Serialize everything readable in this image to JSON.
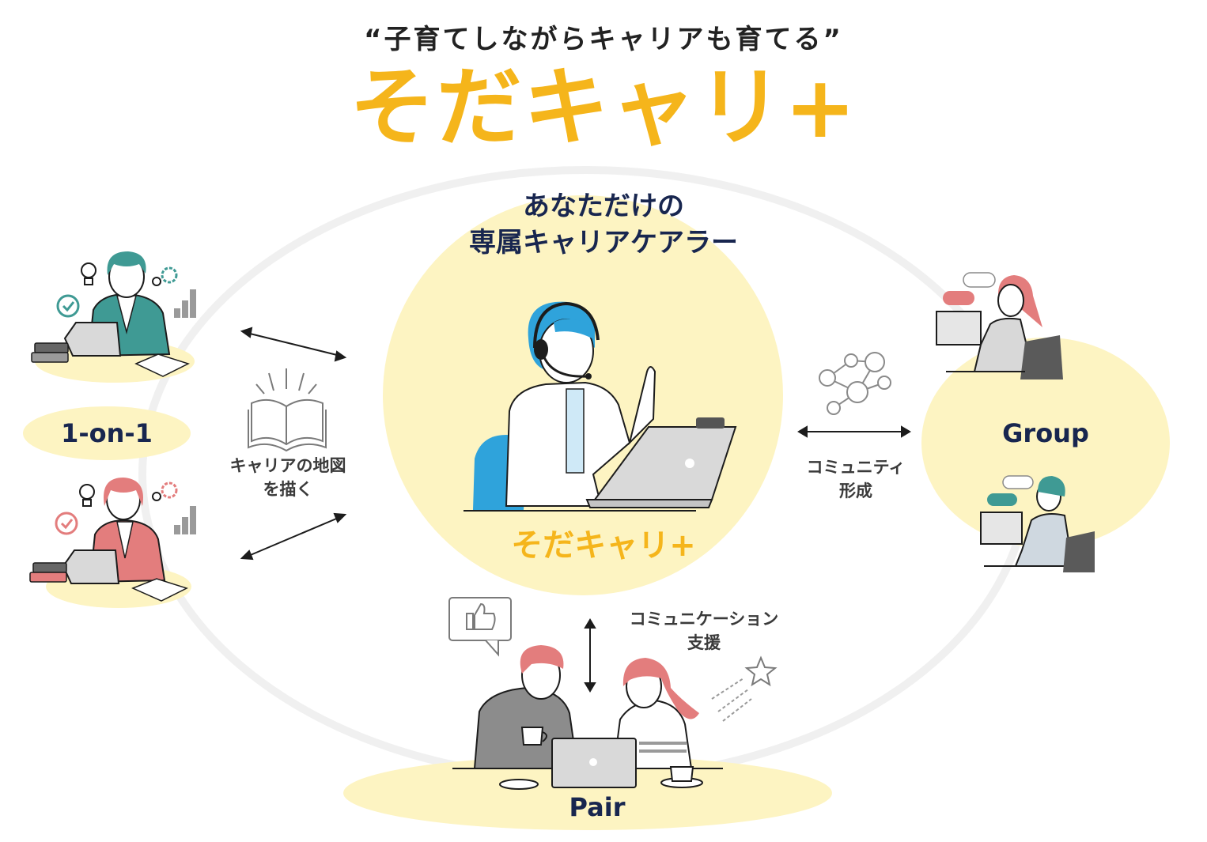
{
  "colors": {
    "brand_yellow": "#f5b51b",
    "navy": "#18264f",
    "pale_yellow": "#fdf4c2",
    "accent_blue": "#2fa3db",
    "teal": "#3f9a94",
    "coral": "#e37d7d",
    "gray": "#9a9a9a"
  },
  "header": {
    "tagline": "“子育てしながらキャリアも育てる”",
    "brand": "そだキャリ+"
  },
  "center": {
    "heading_line1": "あなただけの",
    "heading_line2": "専属キャリアケアラー",
    "logo": "そだキャリ+"
  },
  "modes": {
    "one_on_one": "1-on-1",
    "group": "Group",
    "pair": "Pair"
  },
  "notes": {
    "left_line1": "キャリアの地図",
    "left_line2": "を描く",
    "right_line1": "コミュニティ",
    "right_line2": "形成",
    "bottom_line1": "コミュニケーション",
    "bottom_line2": "支援"
  },
  "icons": [
    "headset-icon",
    "laptop-icon",
    "book-icon",
    "network-icon",
    "thumbs-up-icon",
    "star-icon",
    "lightbulb-icon",
    "gear-icon",
    "check-icon",
    "bar-chart-icon",
    "speech-bubble-icon",
    "coffee-cup-icon"
  ]
}
